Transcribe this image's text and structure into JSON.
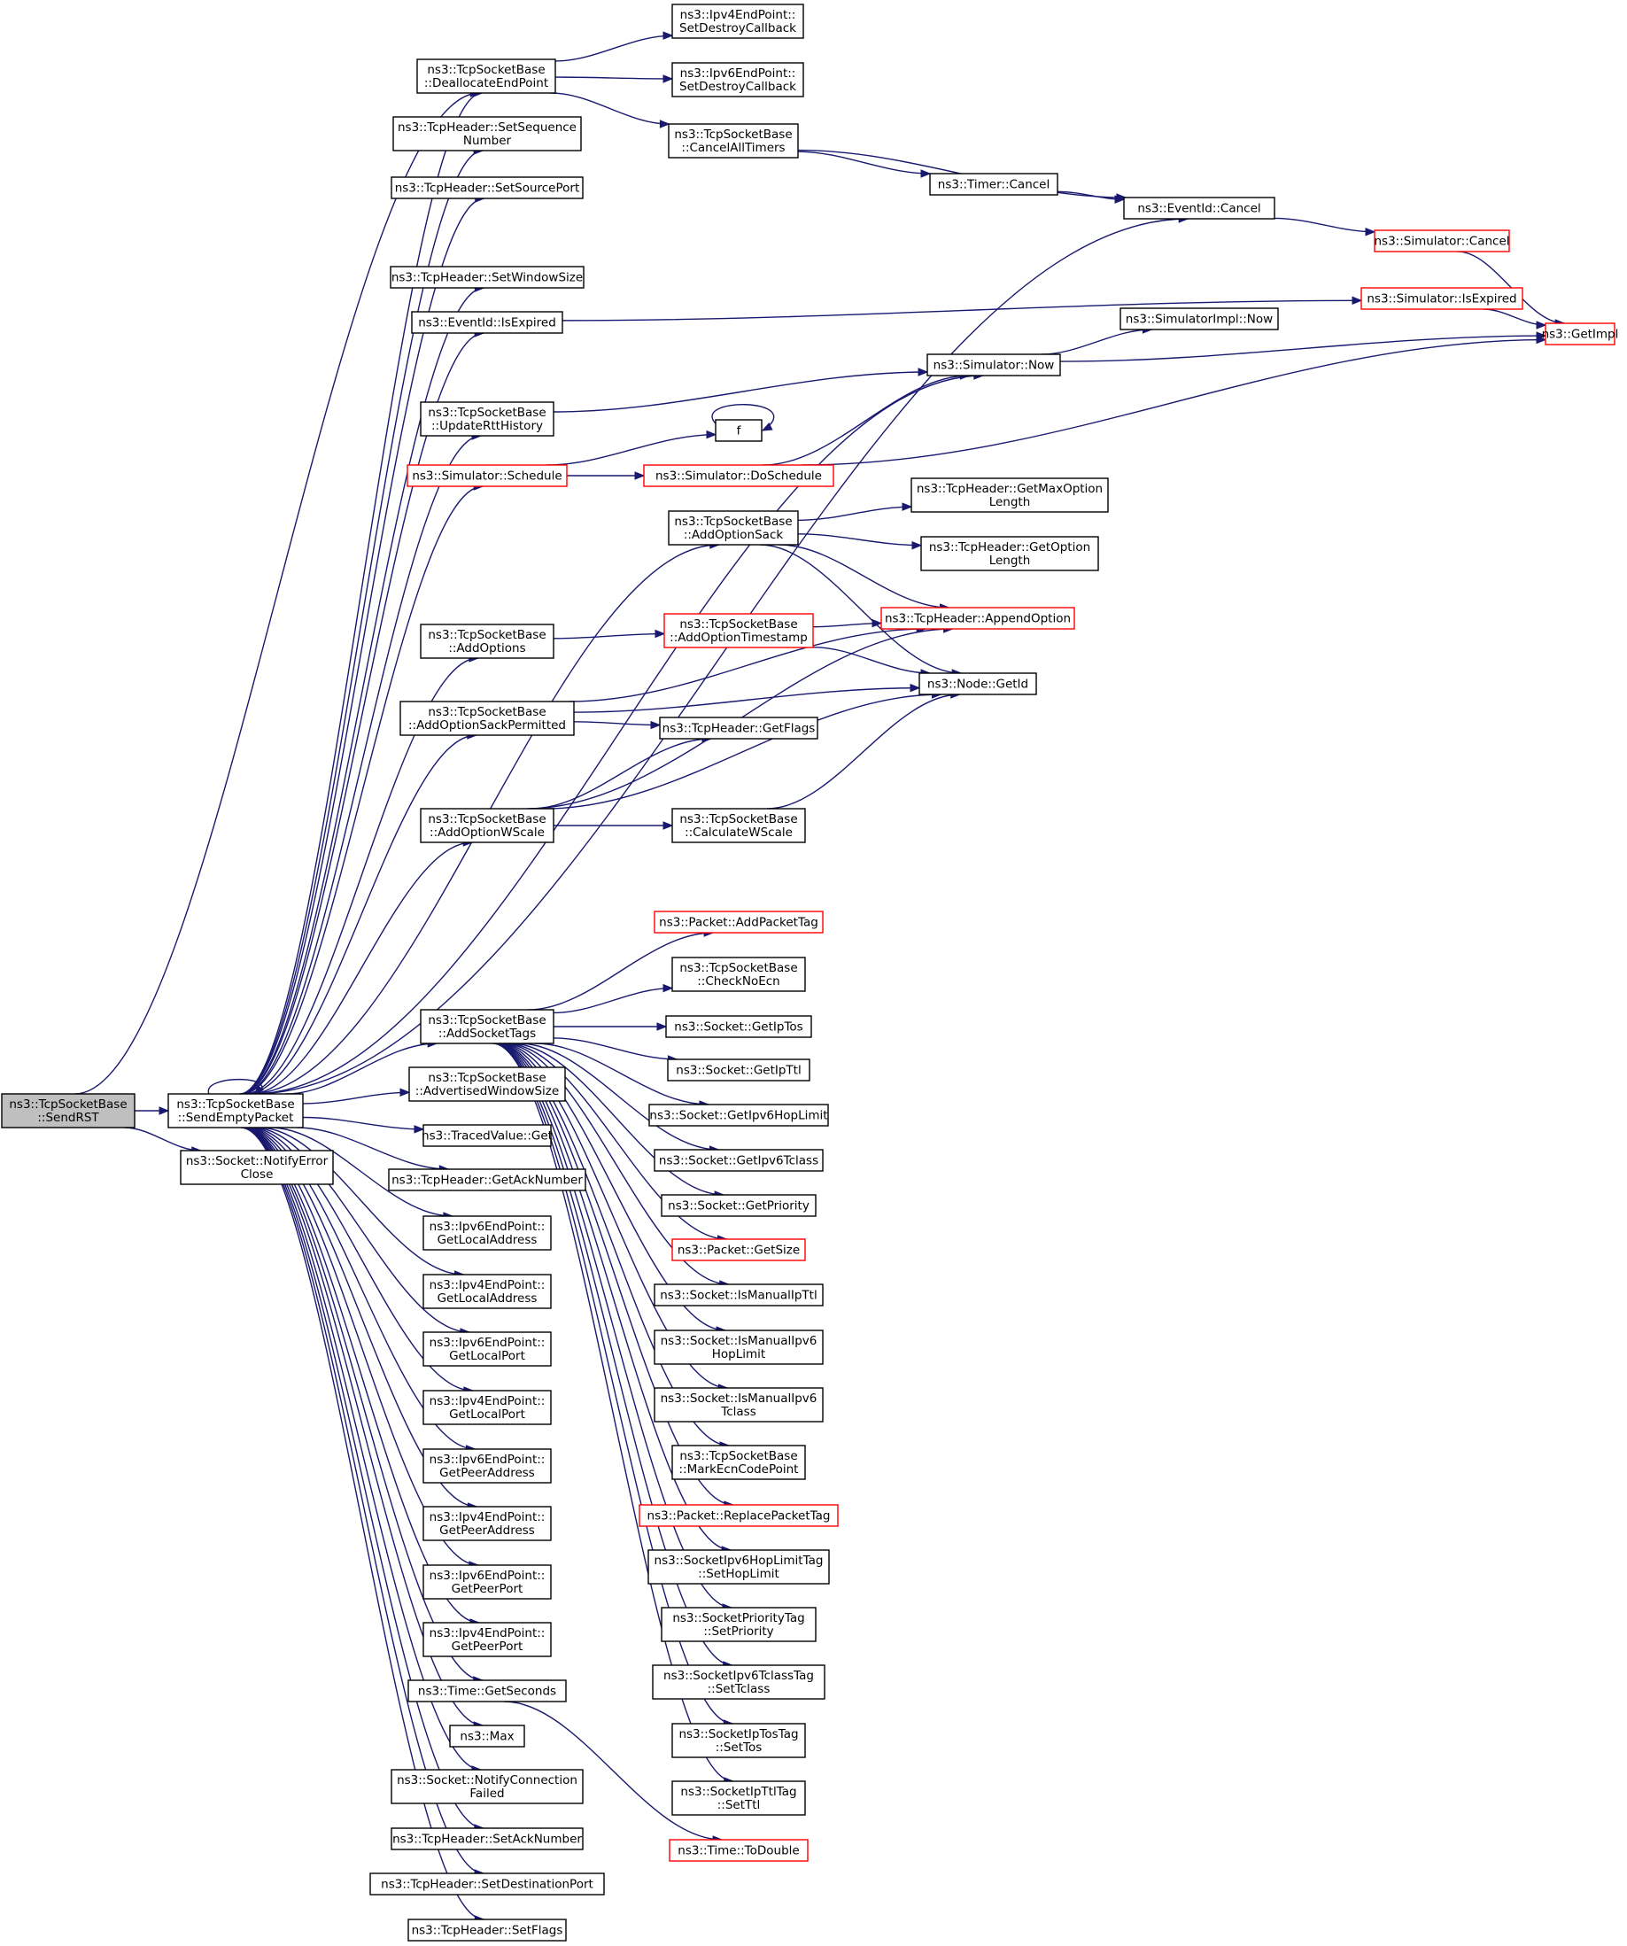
{
  "diagram": {
    "colors": {
      "edge": "#191970",
      "box_normal": "#000000",
      "box_truncated": "#ff0000",
      "box_current_fill": "#bfbfbf",
      "background": "#ffffff"
    },
    "nodes": [
      {
        "id": "sendrst",
        "lines": [
          "ns3::TcpSocketBase",
          "::SendRST"
        ],
        "style": "current"
      },
      {
        "id": "sendempty",
        "lines": [
          "ns3::TcpSocketBase",
          "::SendEmptyPacket"
        ],
        "style": "normal"
      },
      {
        "id": "notifyerror",
        "lines": [
          "ns3::Socket::NotifyError",
          "Close"
        ],
        "style": "normal"
      },
      {
        "id": "dealloc",
        "lines": [
          "ns3::TcpSocketBase",
          "::DeallocateEndPoint"
        ],
        "style": "normal"
      },
      {
        "id": "setseq",
        "lines": [
          "ns3::TcpHeader::SetSequence",
          "Number"
        ],
        "style": "normal"
      },
      {
        "id": "setsrcport",
        "lines": [
          "ns3::TcpHeader::SetSourcePort"
        ],
        "style": "normal"
      },
      {
        "id": "setwin",
        "lines": [
          "ns3::TcpHeader::SetWindowSize"
        ],
        "style": "normal"
      },
      {
        "id": "isexpired",
        "lines": [
          "ns3::EventId::IsExpired"
        ],
        "style": "normal"
      },
      {
        "id": "updatertt",
        "lines": [
          "ns3::TcpSocketBase",
          "::UpdateRttHistory"
        ],
        "style": "normal"
      },
      {
        "id": "schedule",
        "lines": [
          "ns3::Simulator::Schedule"
        ],
        "style": "truncated"
      },
      {
        "id": "addoptsack",
        "lines": [
          "ns3::TcpSocketBase",
          "::AddOptionSack"
        ],
        "style": "normal"
      },
      {
        "id": "addoptions",
        "lines": [
          "ns3::TcpSocketBase",
          "::AddOptions"
        ],
        "style": "normal"
      },
      {
        "id": "addoptsackperm",
        "lines": [
          "ns3::TcpSocketBase",
          "::AddOptionSackPermitted"
        ],
        "style": "normal"
      },
      {
        "id": "addoptwscale",
        "lines": [
          "ns3::TcpSocketBase",
          "::AddOptionWScale"
        ],
        "style": "normal"
      },
      {
        "id": "addsockettags",
        "lines": [
          "ns3::TcpSocketBase",
          "::AddSocketTags"
        ],
        "style": "normal"
      },
      {
        "id": "advwin",
        "lines": [
          "ns3::TcpSocketBase",
          "::AdvertisedWindowSize"
        ],
        "style": "normal"
      },
      {
        "id": "tracedget",
        "lines": [
          "ns3::TracedValue::Get"
        ],
        "style": "normal"
      },
      {
        "id": "getack",
        "lines": [
          "ns3::TcpHeader::GetAckNumber"
        ],
        "style": "normal"
      },
      {
        "id": "ip6localaddr",
        "lines": [
          "ns3::Ipv6EndPoint::",
          "GetLocalAddress"
        ],
        "style": "normal"
      },
      {
        "id": "ip4localaddr",
        "lines": [
          "ns3::Ipv4EndPoint::",
          "GetLocalAddress"
        ],
        "style": "normal"
      },
      {
        "id": "ip6localport",
        "lines": [
          "ns3::Ipv6EndPoint::",
          "GetLocalPort"
        ],
        "style": "normal"
      },
      {
        "id": "ip4localport",
        "lines": [
          "ns3::Ipv4EndPoint::",
          "GetLocalPort"
        ],
        "style": "normal"
      },
      {
        "id": "ip6peeraddr",
        "lines": [
          "ns3::Ipv6EndPoint::",
          "GetPeerAddress"
        ],
        "style": "normal"
      },
      {
        "id": "ip4peeraddr",
        "lines": [
          "ns3::Ipv4EndPoint::",
          "GetPeerAddress"
        ],
        "style": "normal"
      },
      {
        "id": "ip6peerport",
        "lines": [
          "ns3::Ipv6EndPoint::",
          "GetPeerPort"
        ],
        "style": "normal"
      },
      {
        "id": "ip4peerport",
        "lines": [
          "ns3::Ipv4EndPoint::",
          "GetPeerPort"
        ],
        "style": "normal"
      },
      {
        "id": "getseconds",
        "lines": [
          "ns3::Time::GetSeconds"
        ],
        "style": "normal"
      },
      {
        "id": "max",
        "lines": [
          "ns3::Max"
        ],
        "style": "normal"
      },
      {
        "id": "notifyconnfail",
        "lines": [
          "ns3::Socket::NotifyConnection",
          "Failed"
        ],
        "style": "normal"
      },
      {
        "id": "setacknum",
        "lines": [
          "ns3::TcpHeader::SetAckNumber"
        ],
        "style": "normal"
      },
      {
        "id": "setdstport",
        "lines": [
          "ns3::TcpHeader::SetDestinationPort"
        ],
        "style": "normal"
      },
      {
        "id": "setflags",
        "lines": [
          "ns3::TcpHeader::SetFlags"
        ],
        "style": "normal"
      },
      {
        "id": "ip4destroycb",
        "lines": [
          "ns3::Ipv4EndPoint::",
          "SetDestroyCallback"
        ],
        "style": "normal"
      },
      {
        "id": "ip6destroycb",
        "lines": [
          "ns3::Ipv6EndPoint::",
          "SetDestroyCallback"
        ],
        "style": "normal"
      },
      {
        "id": "cancelall",
        "lines": [
          "ns3::TcpSocketBase",
          "::CancelAllTimers"
        ],
        "style": "normal"
      },
      {
        "id": "timercancel",
        "lines": [
          "ns3::Timer::Cancel"
        ],
        "style": "normal"
      },
      {
        "id": "eventcancel",
        "lines": [
          "ns3::EventId::Cancel"
        ],
        "style": "normal"
      },
      {
        "id": "simcancel",
        "lines": [
          "ns3::Simulator::Cancel"
        ],
        "style": "truncated"
      },
      {
        "id": "simisexpired",
        "lines": [
          "ns3::Simulator::IsExpired"
        ],
        "style": "truncated"
      },
      {
        "id": "getimpl",
        "lines": [
          "ns3::GetImpl"
        ],
        "style": "truncated"
      },
      {
        "id": "simimplnow",
        "lines": [
          "ns3::SimulatorImpl::Now"
        ],
        "style": "normal"
      },
      {
        "id": "simnow",
        "lines": [
          "ns3::Simulator::Now"
        ],
        "style": "normal"
      },
      {
        "id": "f",
        "lines": [
          "f"
        ],
        "style": "normal"
      },
      {
        "id": "doschedule",
        "lines": [
          "ns3::Simulator::DoSchedule"
        ],
        "style": "truncated"
      },
      {
        "id": "getmaxopt",
        "lines": [
          "ns3::TcpHeader::GetMaxOption",
          "Length"
        ],
        "style": "normal"
      },
      {
        "id": "getoptlen",
        "lines": [
          "ns3::TcpHeader::GetOption",
          "Length"
        ],
        "style": "normal"
      },
      {
        "id": "appendopt",
        "lines": [
          "ns3::TcpHeader::AppendOption"
        ],
        "style": "truncated"
      },
      {
        "id": "addoptts",
        "lines": [
          "ns3::TcpSocketBase",
          "::AddOptionTimestamp"
        ],
        "style": "truncated"
      },
      {
        "id": "nodegetid",
        "lines": [
          "ns3::Node::GetId"
        ],
        "style": "normal"
      },
      {
        "id": "getflags",
        "lines": [
          "ns3::TcpHeader::GetFlags"
        ],
        "style": "normal"
      },
      {
        "id": "calcwscale",
        "lines": [
          "ns3::TcpSocketBase",
          "::CalculateWScale"
        ],
        "style": "normal"
      },
      {
        "id": "addpackettag",
        "lines": [
          "ns3::Packet::AddPacketTag"
        ],
        "style": "truncated"
      },
      {
        "id": "checknoecn",
        "lines": [
          "ns3::TcpSocketBase",
          "::CheckNoEcn"
        ],
        "style": "normal"
      },
      {
        "id": "getiptos",
        "lines": [
          "ns3::Socket::GetIpTos"
        ],
        "style": "normal"
      },
      {
        "id": "getipttl",
        "lines": [
          "ns3::Socket::GetIpTtl"
        ],
        "style": "normal"
      },
      {
        "id": "getip6hop",
        "lines": [
          "ns3::Socket::GetIpv6HopLimit"
        ],
        "style": "normal"
      },
      {
        "id": "getip6tclass",
        "lines": [
          "ns3::Socket::GetIpv6Tclass"
        ],
        "style": "normal"
      },
      {
        "id": "getpriority",
        "lines": [
          "ns3::Socket::GetPriority"
        ],
        "style": "normal"
      },
      {
        "id": "getsize",
        "lines": [
          "ns3::Packet::GetSize"
        ],
        "style": "truncated"
      },
      {
        "id": "ismanualipttl",
        "lines": [
          "ns3::Socket::IsManualIpTtl"
        ],
        "style": "normal"
      },
      {
        "id": "ismanualip6hop",
        "lines": [
          "ns3::Socket::IsManualIpv6",
          "HopLimit"
        ],
        "style": "normal"
      },
      {
        "id": "ismanualip6tclass",
        "lines": [
          "ns3::Socket::IsManualIpv6",
          "Tclass"
        ],
        "style": "normal"
      },
      {
        "id": "markecn",
        "lines": [
          "ns3::TcpSocketBase",
          "::MarkEcnCodePoint"
        ],
        "style": "normal"
      },
      {
        "id": "replacepackettag",
        "lines": [
          "ns3::Packet::ReplacePacketTag"
        ],
        "style": "truncated"
      },
      {
        "id": "sethoplimit",
        "lines": [
          "ns3::SocketIpv6HopLimitTag",
          "::SetHopLimit"
        ],
        "style": "normal"
      },
      {
        "id": "setpriority",
        "lines": [
          "ns3::SocketPriorityTag",
          "::SetPriority"
        ],
        "style": "normal"
      },
      {
        "id": "settclass",
        "lines": [
          "ns3::SocketIpv6TclassTag",
          "::SetTclass"
        ],
        "style": "normal"
      },
      {
        "id": "settos",
        "lines": [
          "ns3::SocketIpTosTag",
          "::SetTos"
        ],
        "style": "normal"
      },
      {
        "id": "setttl",
        "lines": [
          "ns3::SocketIpTtlTag",
          "::SetTtl"
        ],
        "style": "normal"
      },
      {
        "id": "todouble",
        "lines": [
          "ns3::Time::ToDouble"
        ],
        "style": "truncated"
      }
    ],
    "edges": [
      [
        "sendrst",
        "sendempty"
      ],
      [
        "sendrst",
        "notifyerror"
      ],
      [
        "sendrst",
        "dealloc"
      ],
      [
        "sendempty",
        "sendempty"
      ],
      [
        "sendempty",
        "dealloc"
      ],
      [
        "sendempty",
        "setseq"
      ],
      [
        "sendempty",
        "setsrcport"
      ],
      [
        "sendempty",
        "eventcancel"
      ],
      [
        "sendempty",
        "setwin"
      ],
      [
        "sendempty",
        "isexpired"
      ],
      [
        "sendempty",
        "simnow"
      ],
      [
        "sendempty",
        "updatertt"
      ],
      [
        "sendempty",
        "schedule"
      ],
      [
        "sendempty",
        "addoptsack"
      ],
      [
        "sendempty",
        "addoptions"
      ],
      [
        "sendempty",
        "addoptsackperm"
      ],
      [
        "sendempty",
        "addoptwscale"
      ],
      [
        "sendempty",
        "addsockettags"
      ],
      [
        "sendempty",
        "advwin"
      ],
      [
        "sendempty",
        "tracedget"
      ],
      [
        "sendempty",
        "getack"
      ],
      [
        "sendempty",
        "ip6localaddr"
      ],
      [
        "sendempty",
        "ip4localaddr"
      ],
      [
        "sendempty",
        "ip6localport"
      ],
      [
        "sendempty",
        "ip4localport"
      ],
      [
        "sendempty",
        "ip6peeraddr"
      ],
      [
        "sendempty",
        "ip4peeraddr"
      ],
      [
        "sendempty",
        "ip6peerport"
      ],
      [
        "sendempty",
        "ip4peerport"
      ],
      [
        "sendempty",
        "getseconds"
      ],
      [
        "sendempty",
        "max"
      ],
      [
        "sendempty",
        "notifyconnfail"
      ],
      [
        "sendempty",
        "setacknum"
      ],
      [
        "sendempty",
        "setdstport"
      ],
      [
        "sendempty",
        "setflags"
      ],
      [
        "dealloc",
        "ip4destroycb"
      ],
      [
        "dealloc",
        "ip6destroycb"
      ],
      [
        "dealloc",
        "cancelall"
      ],
      [
        "cancelall",
        "timercancel"
      ],
      [
        "cancelall",
        "eventcancel"
      ],
      [
        "timercancel",
        "eventcancel"
      ],
      [
        "eventcancel",
        "simcancel"
      ],
      [
        "simcancel",
        "getimpl"
      ],
      [
        "isexpired",
        "simisexpired"
      ],
      [
        "simisexpired",
        "getimpl"
      ],
      [
        "simnow",
        "simimplnow"
      ],
      [
        "simnow",
        "getimpl"
      ],
      [
        "updatertt",
        "simnow"
      ],
      [
        "schedule",
        "f"
      ],
      [
        "schedule",
        "doschedule"
      ],
      [
        "f",
        "f"
      ],
      [
        "doschedule",
        "simnow"
      ],
      [
        "doschedule",
        "getimpl"
      ],
      [
        "addoptsack",
        "getmaxopt"
      ],
      [
        "addoptsack",
        "getoptlen"
      ],
      [
        "addoptsack",
        "appendopt"
      ],
      [
        "addoptsack",
        "nodegetid"
      ],
      [
        "addoptions",
        "addoptts"
      ],
      [
        "addoptts",
        "appendopt"
      ],
      [
        "addoptts",
        "nodegetid"
      ],
      [
        "addoptsackperm",
        "appendopt"
      ],
      [
        "addoptsackperm",
        "nodegetid"
      ],
      [
        "addoptsackperm",
        "getflags"
      ],
      [
        "addoptwscale",
        "getflags"
      ],
      [
        "addoptwscale",
        "appendopt"
      ],
      [
        "addoptwscale",
        "calcwscale"
      ],
      [
        "addoptwscale",
        "nodegetid"
      ],
      [
        "calcwscale",
        "nodegetid"
      ],
      [
        "getseconds",
        "todouble"
      ],
      [
        "addsockettags",
        "addpackettag"
      ],
      [
        "addsockettags",
        "checknoecn"
      ],
      [
        "addsockettags",
        "getiptos"
      ],
      [
        "addsockettags",
        "getipttl"
      ],
      [
        "addsockettags",
        "getip6hop"
      ],
      [
        "addsockettags",
        "getip6tclass"
      ],
      [
        "addsockettags",
        "getpriority"
      ],
      [
        "addsockettags",
        "getsize"
      ],
      [
        "addsockettags",
        "ismanualipttl"
      ],
      [
        "addsockettags",
        "ismanualip6hop"
      ],
      [
        "addsockettags",
        "ismanualip6tclass"
      ],
      [
        "addsockettags",
        "markecn"
      ],
      [
        "addsockettags",
        "replacepackettag"
      ],
      [
        "addsockettags",
        "sethoplimit"
      ],
      [
        "addsockettags",
        "setpriority"
      ],
      [
        "addsockettags",
        "settclass"
      ],
      [
        "addsockettags",
        "settos"
      ],
      [
        "addsockettags",
        "setttl"
      ]
    ]
  }
}
